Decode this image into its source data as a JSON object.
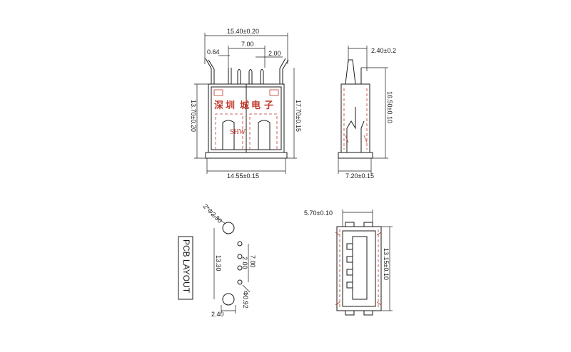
{
  "colors": {
    "line": "#1a1a1a",
    "accent": "#c0392b",
    "background": "#ffffff"
  },
  "front_view": {
    "dim_top_width": "15.40±0.20",
    "dim_pin_left": "0.64",
    "dim_pin_pitch": "7.00",
    "dim_pin_right": "2.00",
    "dim_height_left": "13.70±0.20",
    "dim_height_right": "17.70±0.15",
    "dim_bottom_width": "14.55±0.15",
    "watermark_cn_1": "深",
    "watermark_cn_2": "圳",
    "watermark_cn_3": "城",
    "watermark_cn_4": "电",
    "watermark_cn_5": "子",
    "watermark_latin": "SHW"
  },
  "side_view": {
    "dim_top": "2.40±0.2",
    "dim_height": "16.50±0.10",
    "dim_bottom": "7.20±0.15"
  },
  "pcb_layout": {
    "label": "PCB LAYOUT",
    "dim_big_holes": "2*Φ2.30",
    "dim_spacing": "13.30",
    "dim_pitch_7": "7.00",
    "dim_pitch_2": "2.00",
    "dim_small_holes": "Φ0.92",
    "dim_offset": "2.40"
  },
  "bottom_view": {
    "dim_top": "5.70±0.10",
    "dim_height": "13.15±0.10"
  }
}
